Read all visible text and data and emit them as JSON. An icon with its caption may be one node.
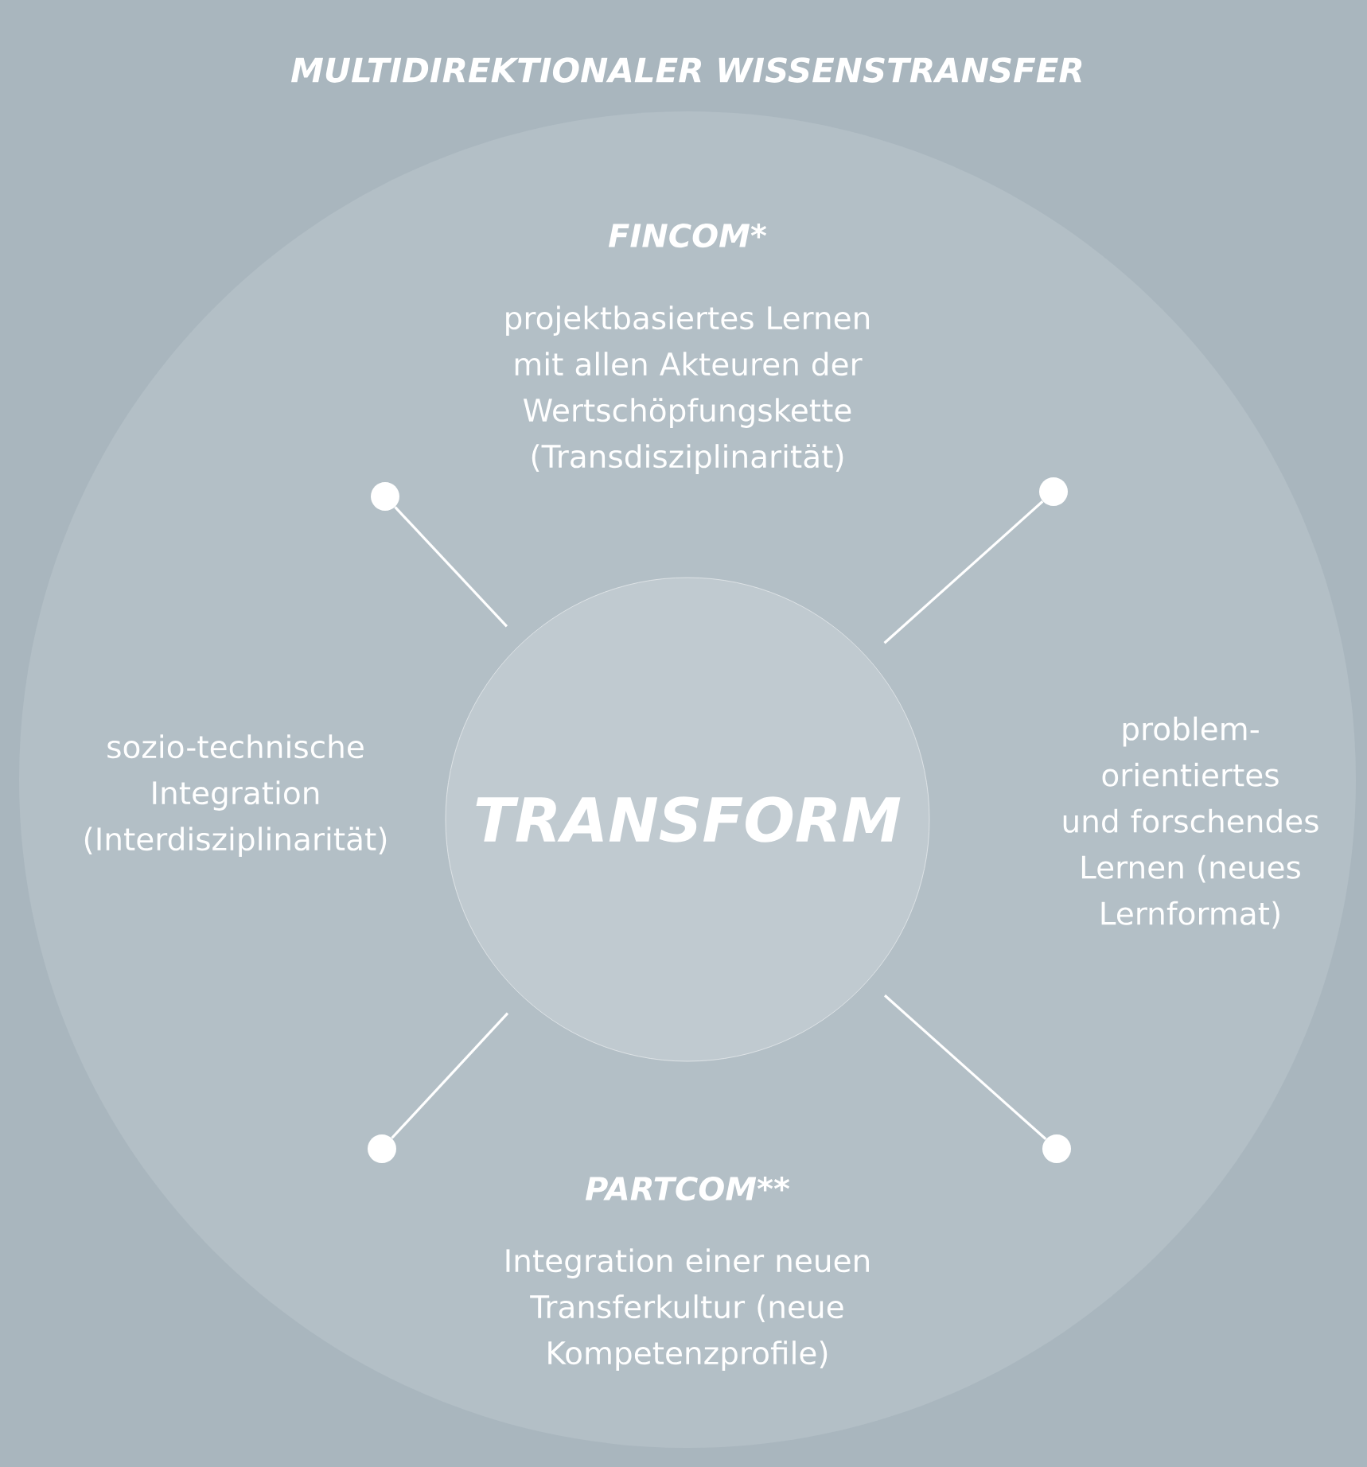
{
  "diagram": {
    "nodes": [
      {
        "text": [
          "MULTIDIREKTIONALER WISSENSTRANSFER"
        ]
      },
      {
        "text": [
          "TRANSFORM"
        ],
        "in": 0
      },
      {
        "text": [],
        "shape": "circle",
        "in": 0
      },
      {
        "text": [],
        "shape": "circle",
        "in": 0
      },
      {
        "text": [],
        "shape": "circle",
        "in": 0
      },
      {
        "text": [],
        "shape": "circle",
        "in": 0
      }
    ],
    "edges": [
      {
        "from": 1,
        "to": 2,
        "arrow": "none"
      },
      {
        "from": 1,
        "to": 3,
        "arrow": "none"
      },
      {
        "from": 1,
        "to": 4,
        "arrow": "none"
      },
      {
        "from": 1,
        "to": 5,
        "arrow": "none"
      }
    ],
    "labels": [
      "FINCOM*",
      "projektbasiertes Lernen mit allen Akteuren der Wertschöpfungskette (Transdisziplinarität)",
      "sozio-technische Integration (Interdisziplinarität)",
      "problem-orientiertes und forschendes Lernen (neues Lernformat)",
      "PARTCOM**",
      "Integration einer neuen Transferkultur (neue Kompetenzprofile)"
    ]
  }
}
